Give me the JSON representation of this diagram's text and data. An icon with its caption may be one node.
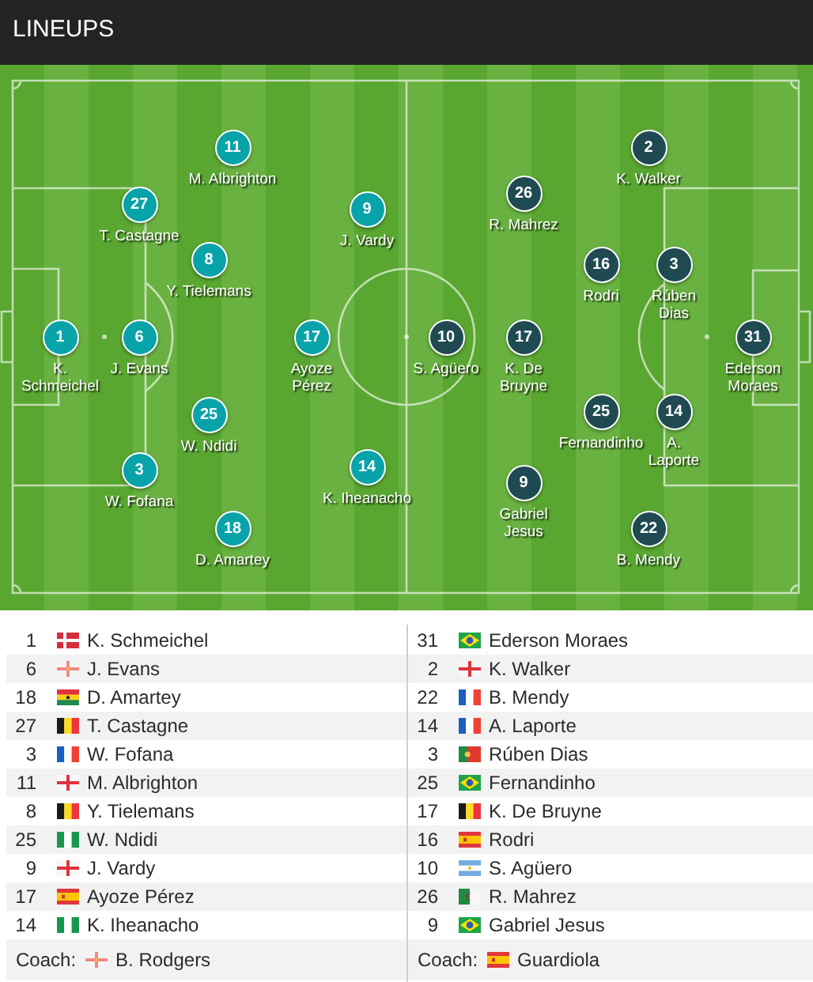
{
  "diagram": {
    "title": "LINEUPS",
    "nodes": [
      {
        "text": [
          "1",
          "K. Schmeichel"
        ]
      },
      {
        "text": [
          "6",
          "J. Evans"
        ]
      },
      {
        "text": [
          "18",
          "D. Amartey"
        ]
      },
      {
        "text": [
          "27",
          "T. Castagne"
        ]
      },
      {
        "text": [
          "3",
          "W. Fofana"
        ]
      },
      {
        "text": [
          "11",
          "M. Albrighton"
        ]
      },
      {
        "text": [
          "8",
          "Y. Tielemans"
        ]
      },
      {
        "text": [
          "25",
          "W. Ndidi"
        ]
      },
      {
        "text": [
          "9",
          "J. Vardy"
        ]
      },
      {
        "text": [
          "17",
          "Ayoze Pérez"
        ]
      },
      {
        "text": [
          "14",
          "K. Iheanacho"
        ]
      },
      {
        "text": [
          "31",
          "Ederson Moraes"
        ]
      },
      {
        "text": [
          "2",
          "K. Walker"
        ]
      },
      {
        "text": [
          "22",
          "B. Mendy"
        ]
      },
      {
        "text": [
          "14",
          "A. Laporte"
        ]
      },
      {
        "text": [
          "3",
          "Rúben Dias"
        ]
      },
      {
        "text": [
          "25",
          "Fernandinho"
        ]
      },
      {
        "text": [
          "17",
          "K. De Bruyne"
        ]
      },
      {
        "text": [
          "16",
          "Rodri"
        ]
      },
      {
        "text": [
          "10",
          "S. Agüero"
        ]
      },
      {
        "text": [
          "26",
          "R. Mahrez"
        ]
      },
      {
        "text": [
          "9",
          "Gabriel Jesus"
        ]
      }
    ],
    "labels": [
      "1",
      "K. Schmeichel",
      "31",
      "Ederson Moraes",
      "6",
      "J. Evans",
      "2",
      "K. Walker",
      "18",
      "D. Amartey",
      "22",
      "B. Mendy",
      "27",
      "T. Castagne",
      "14",
      "A. Laporte",
      "3",
      "W. Fofana",
      "3",
      "Rúben Dias",
      "11",
      "M. Albrighton",
      "25",
      "Fernandinho",
      "8",
      "Y. Tielemans",
      "17",
      "K. De Bruyne",
      "25",
      "W. Ndidi",
      "16",
      "Rodri",
      "9",
      "J. Vardy",
      "10",
      "S. Agüero",
      "17",
      "Ayoze Pérez",
      "26",
      "R. Mahrez",
      "14",
      "K. Iheanacho",
      "9",
      "Gabriel Jesus",
      "Coach:",
      "B. Rodgers",
      "Coach:",
      "Guardiola"
    ]
  }
}
